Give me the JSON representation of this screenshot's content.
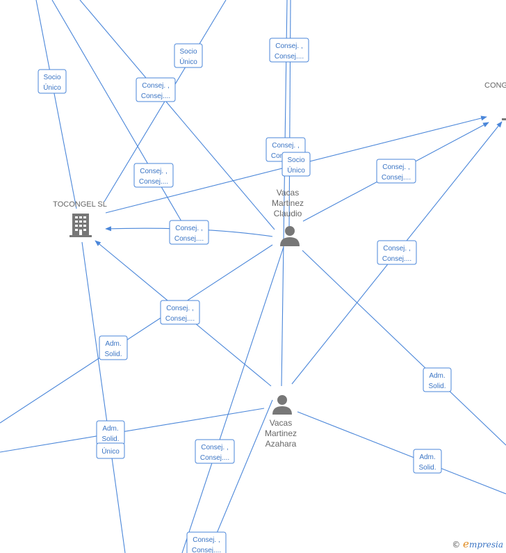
{
  "nodes": {
    "tocongel": {
      "label": "TOCONGEL SL",
      "icon": "building-icon"
    },
    "congel_partial": {
      "label": "CONG",
      "icon": "building-icon"
    },
    "claudio": {
      "lines": [
        "Vacas",
        "Martinez",
        "Claudio"
      ],
      "icon": "person-icon"
    },
    "azahara": {
      "lines": [
        "Vacas",
        "Martinez",
        "Azahara"
      ],
      "icon": "person-icon"
    }
  },
  "edge_labels": [
    [
      "Socio",
      "Único"
    ],
    [
      "Socio",
      "Único"
    ],
    [
      "Consej. ,",
      "Consej...."
    ],
    [
      "Consej. ,",
      "Consej...."
    ],
    [
      "Consej. ,",
      "Consej...."
    ],
    [
      "Socio",
      "Único"
    ],
    [
      "Consej. ,",
      "Consej...."
    ],
    [
      "Consej. ,",
      "Consej...."
    ],
    [
      "Consej. ,",
      "Consej...."
    ],
    [
      "Consej. ,",
      "Consej...."
    ],
    [
      "Consej. ,",
      "Consej...."
    ],
    [
      "Adm.",
      "Solid."
    ],
    [
      "Adm.",
      "Solid."
    ],
    [
      "Adm.",
      "Solid."
    ],
    [
      "Único"
    ],
    [
      "Adm.",
      "Solid."
    ],
    [
      "Consej. ,",
      "Consej...."
    ],
    [
      "Consej. ,",
      "Consej...."
    ]
  ],
  "watermark": {
    "symbol": "©",
    "brand_initial": "e",
    "brand_rest": "mpresia"
  },
  "colors": {
    "edge": "#4a86d9",
    "label_text": "#3a74c4",
    "icon": "#777777",
    "node_text": "#666666"
  }
}
